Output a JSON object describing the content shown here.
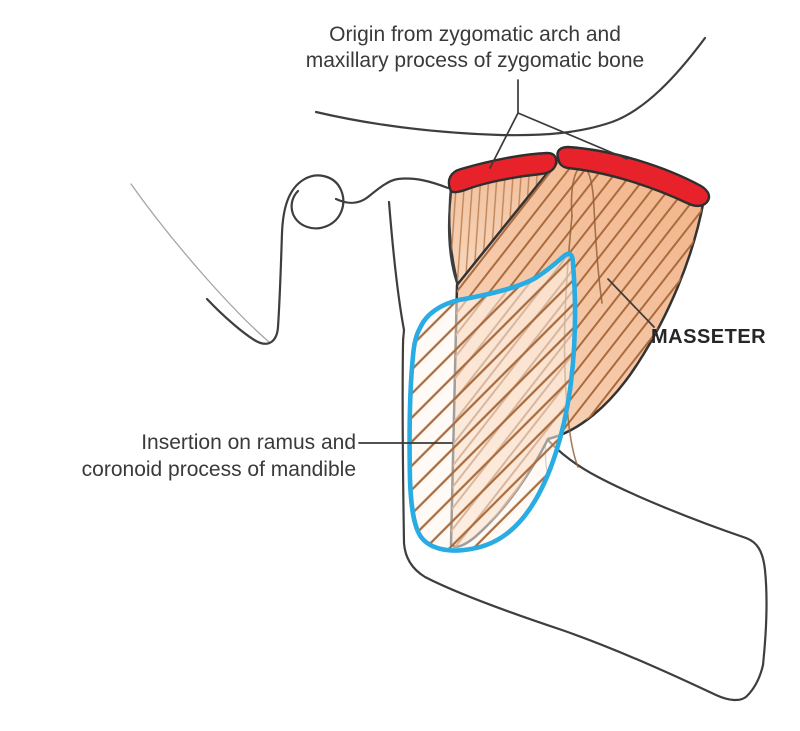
{
  "labels": {
    "origin": {
      "line1": "Origin from zygomatic arch and",
      "line2": "maxillary process of zygomatic bone"
    },
    "muscle_name": "MASSETER",
    "insertion": {
      "line1": "Insertion on ramus and",
      "line2": "coronoid process of mandible"
    }
  },
  "colors": {
    "background": "#FFFFFF",
    "outline": "#3E3E3E",
    "text": "#3A3A3A",
    "origin_marking_red": "#E8222B",
    "insertion_marking_blue": "#29ACE3",
    "muscle_peach": "#F3BA92",
    "muscle_peach_light": "#FAE2D0",
    "fiber_brown": "#A96C3E"
  }
}
